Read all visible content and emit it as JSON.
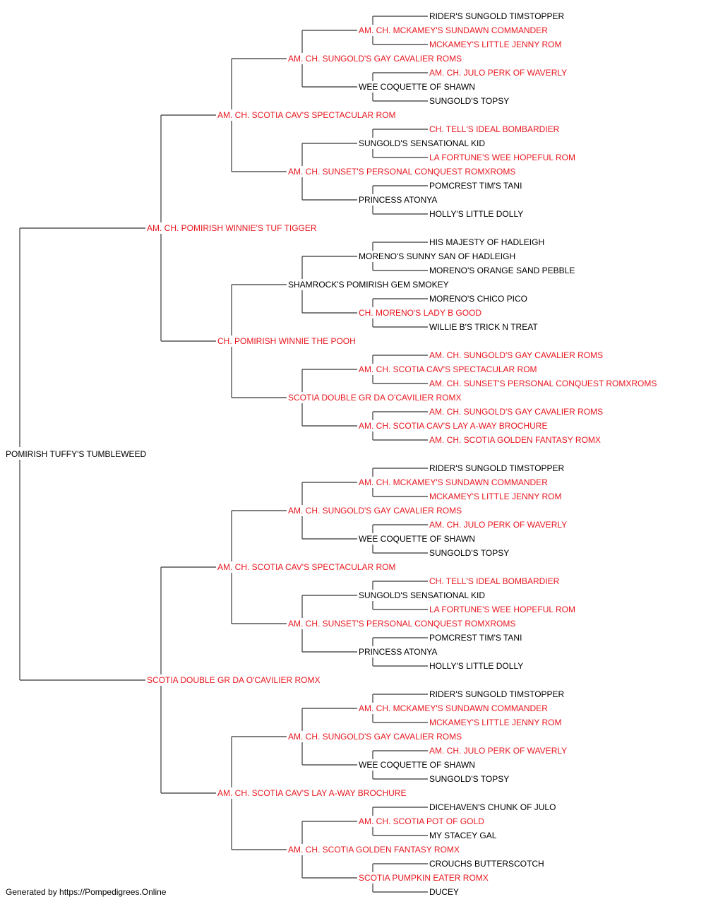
{
  "colors": {
    "champion": "#e8171f",
    "regular": "#000000",
    "line": "#555555"
  },
  "pedigree": {
    "name": "POMIRISH TUFFY'S TUMBLEWEED",
    "highlight": false,
    "sire": {
      "name": "AM. CH. POMIRISH WINNIE'S TUF TIGGER",
      "highlight": true,
      "sire": {
        "name": "AM. CH. SCOTIA CAV'S SPECTACULAR ROM",
        "highlight": true,
        "sire": {
          "name": "AM. CH. SUNGOLD'S GAY CAVALIER ROMS",
          "highlight": true,
          "sire": {
            "name": "AM. CH. MCKAMEY'S SUNDAWN COMMANDER",
            "highlight": true,
            "sire": {
              "name": "RIDER'S SUNGOLD TIMSTOPPER",
              "highlight": false
            },
            "dam": {
              "name": "MCKAMEY'S LITTLE JENNY ROM",
              "highlight": true
            }
          },
          "dam": {
            "name": "WEE COQUETTE OF SHAWN",
            "highlight": false,
            "sire": {
              "name": "AM. CH. JULO PERK OF WAVERLY",
              "highlight": true
            },
            "dam": {
              "name": "SUNGOLD'S TOPSY",
              "highlight": false
            }
          }
        },
        "dam": {
          "name": "AM. CH. SUNSET'S PERSONAL CONQUEST ROMXROMS",
          "highlight": true,
          "sire": {
            "name": "SUNGOLD'S SENSATIONAL KID",
            "highlight": false,
            "sire": {
              "name": "CH. TELL'S IDEAL BOMBARDIER",
              "highlight": true
            },
            "dam": {
              "name": "LA FORTUNE'S WEE HOPEFUL ROM",
              "highlight": true
            }
          },
          "dam": {
            "name": "PRINCESS ATONYA",
            "highlight": false,
            "sire": {
              "name": "POMCREST TIM'S TANI",
              "highlight": false
            },
            "dam": {
              "name": "HOLLY'S LITTLE DOLLY",
              "highlight": false
            }
          }
        }
      },
      "dam": {
        "name": "CH. POMIRISH WINNIE THE POOH",
        "highlight": true,
        "sire": {
          "name": "SHAMROCK'S POMIRISH GEM SMOKEY",
          "highlight": false,
          "sire": {
            "name": "MORENO'S SUNNY SAN OF HADLEIGH",
            "highlight": false,
            "sire": {
              "name": "HIS MAJESTY OF HADLEIGH",
              "highlight": false
            },
            "dam": {
              "name": "MORENO'S ORANGE SAND PEBBLE",
              "highlight": false
            }
          },
          "dam": {
            "name": "CH. MORENO'S LADY B GOOD",
            "highlight": true,
            "sire": {
              "name": "MORENO'S CHICO PICO",
              "highlight": false
            },
            "dam": {
              "name": "WILLIE B'S TRICK N TREAT",
              "highlight": false
            }
          }
        },
        "dam": {
          "name": "SCOTIA DOUBLE GR DA O'CAVILIER ROMX",
          "highlight": true,
          "sire": {
            "name": "AM. CH. SCOTIA CAV'S SPECTACULAR ROM",
            "highlight": true,
            "sire": {
              "name": "AM. CH. SUNGOLD'S GAY CAVALIER ROMS",
              "highlight": true
            },
            "dam": {
              "name": "AM. CH. SUNSET'S PERSONAL CONQUEST ROMXROMS",
              "highlight": true
            }
          },
          "dam": {
            "name": "AM. CH. SCOTIA CAV'S LAY A-WAY BROCHURE",
            "highlight": true,
            "sire": {
              "name": "AM. CH. SUNGOLD'S GAY CAVALIER ROMS",
              "highlight": true
            },
            "dam": {
              "name": "AM. CH. SCOTIA GOLDEN FANTASY ROMX",
              "highlight": true
            }
          }
        }
      }
    },
    "dam": {
      "name": "SCOTIA DOUBLE GR DA O'CAVILIER ROMX",
      "highlight": true,
      "sire": {
        "name": "AM. CH. SCOTIA CAV'S SPECTACULAR ROM",
        "highlight": true,
        "sire": {
          "name": "AM. CH. SUNGOLD'S GAY CAVALIER ROMS",
          "highlight": true,
          "sire": {
            "name": "AM. CH. MCKAMEY'S SUNDAWN COMMANDER",
            "highlight": true,
            "sire": {
              "name": "RIDER'S SUNGOLD TIMSTOPPER",
              "highlight": false
            },
            "dam": {
              "name": "MCKAMEY'S LITTLE JENNY ROM",
              "highlight": true
            }
          },
          "dam": {
            "name": "WEE COQUETTE OF SHAWN",
            "highlight": false,
            "sire": {
              "name": "AM. CH. JULO PERK OF WAVERLY",
              "highlight": true
            },
            "dam": {
              "name": "SUNGOLD'S TOPSY",
              "highlight": false
            }
          }
        },
        "dam": {
          "name": "AM. CH. SUNSET'S PERSONAL CONQUEST ROMXROMS",
          "highlight": true,
          "sire": {
            "name": "SUNGOLD'S SENSATIONAL KID",
            "highlight": false,
            "sire": {
              "name": "CH. TELL'S IDEAL BOMBARDIER",
              "highlight": true
            },
            "dam": {
              "name": "LA FORTUNE'S WEE HOPEFUL ROM",
              "highlight": true
            }
          },
          "dam": {
            "name": "PRINCESS ATONYA",
            "highlight": false,
            "sire": {
              "name": "POMCREST TIM'S TANI",
              "highlight": false
            },
            "dam": {
              "name": "HOLLY'S LITTLE DOLLY",
              "highlight": false
            }
          }
        }
      },
      "dam": {
        "name": "AM. CH. SCOTIA CAV'S LAY A-WAY BROCHURE",
        "highlight": true,
        "sire": {
          "name": "AM. CH. SUNGOLD'S GAY CAVALIER ROMS",
          "highlight": true,
          "sire": {
            "name": "AM. CH. MCKAMEY'S SUNDAWN COMMANDER",
            "highlight": true,
            "sire": {
              "name": "RIDER'S SUNGOLD TIMSTOPPER",
              "highlight": false
            },
            "dam": {
              "name": "MCKAMEY'S LITTLE JENNY ROM",
              "highlight": true
            }
          },
          "dam": {
            "name": "WEE COQUETTE OF SHAWN",
            "highlight": false,
            "sire": {
              "name": "AM. CH. JULO PERK OF WAVERLY",
              "highlight": true
            },
            "dam": {
              "name": "SUNGOLD'S TOPSY",
              "highlight": false
            }
          }
        },
        "dam": {
          "name": "AM. CH. SCOTIA GOLDEN FANTASY ROMX",
          "highlight": true,
          "sire": {
            "name": "AM. CH. SCOTIA POT OF GOLD",
            "highlight": true,
            "sire": {
              "name": "DICEHAVEN'S CHUNK OF JULO",
              "highlight": false
            },
            "dam": {
              "name": "MY STACEY GAL",
              "highlight": false
            }
          },
          "dam": {
            "name": "SCOTIA PUMPKIN EATER ROMX",
            "highlight": true,
            "sire": {
              "name": "CROUCHS BUTTERSCOTCH",
              "highlight": false
            },
            "dam": {
              "name": "DUCEY",
              "highlight": false
            }
          }
        }
      }
    }
  },
  "footer": "Generated by https://Pompedigrees.Online"
}
